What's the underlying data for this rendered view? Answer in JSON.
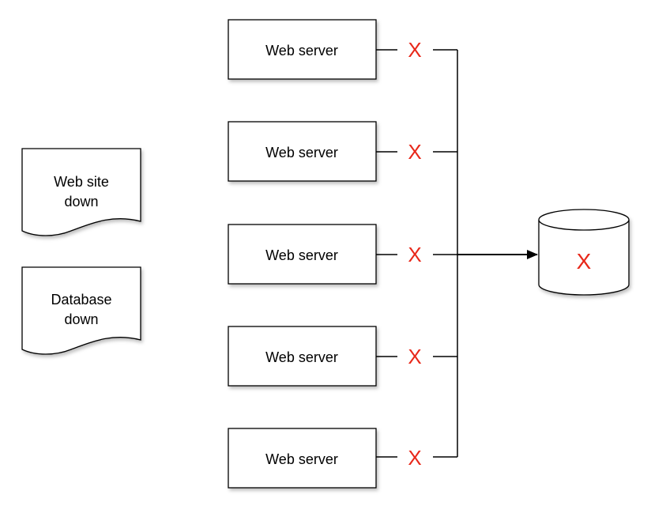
{
  "colors": {
    "failure": "#e8281a",
    "stroke": "#000000",
    "fill": "#ffffff"
  },
  "documents": [
    {
      "line1": "Web site",
      "line2": "down"
    },
    {
      "line1": "Database",
      "line2": "down"
    }
  ],
  "servers": [
    {
      "label": "Web server",
      "failure_mark": "X"
    },
    {
      "label": "Web server",
      "failure_mark": "X"
    },
    {
      "label": "Web server",
      "failure_mark": "X"
    },
    {
      "label": "Web server",
      "failure_mark": "X"
    },
    {
      "label": "Web server",
      "failure_mark": "X"
    }
  ],
  "database": {
    "failure_mark": "X",
    "icon": "database-cylinder-icon"
  }
}
